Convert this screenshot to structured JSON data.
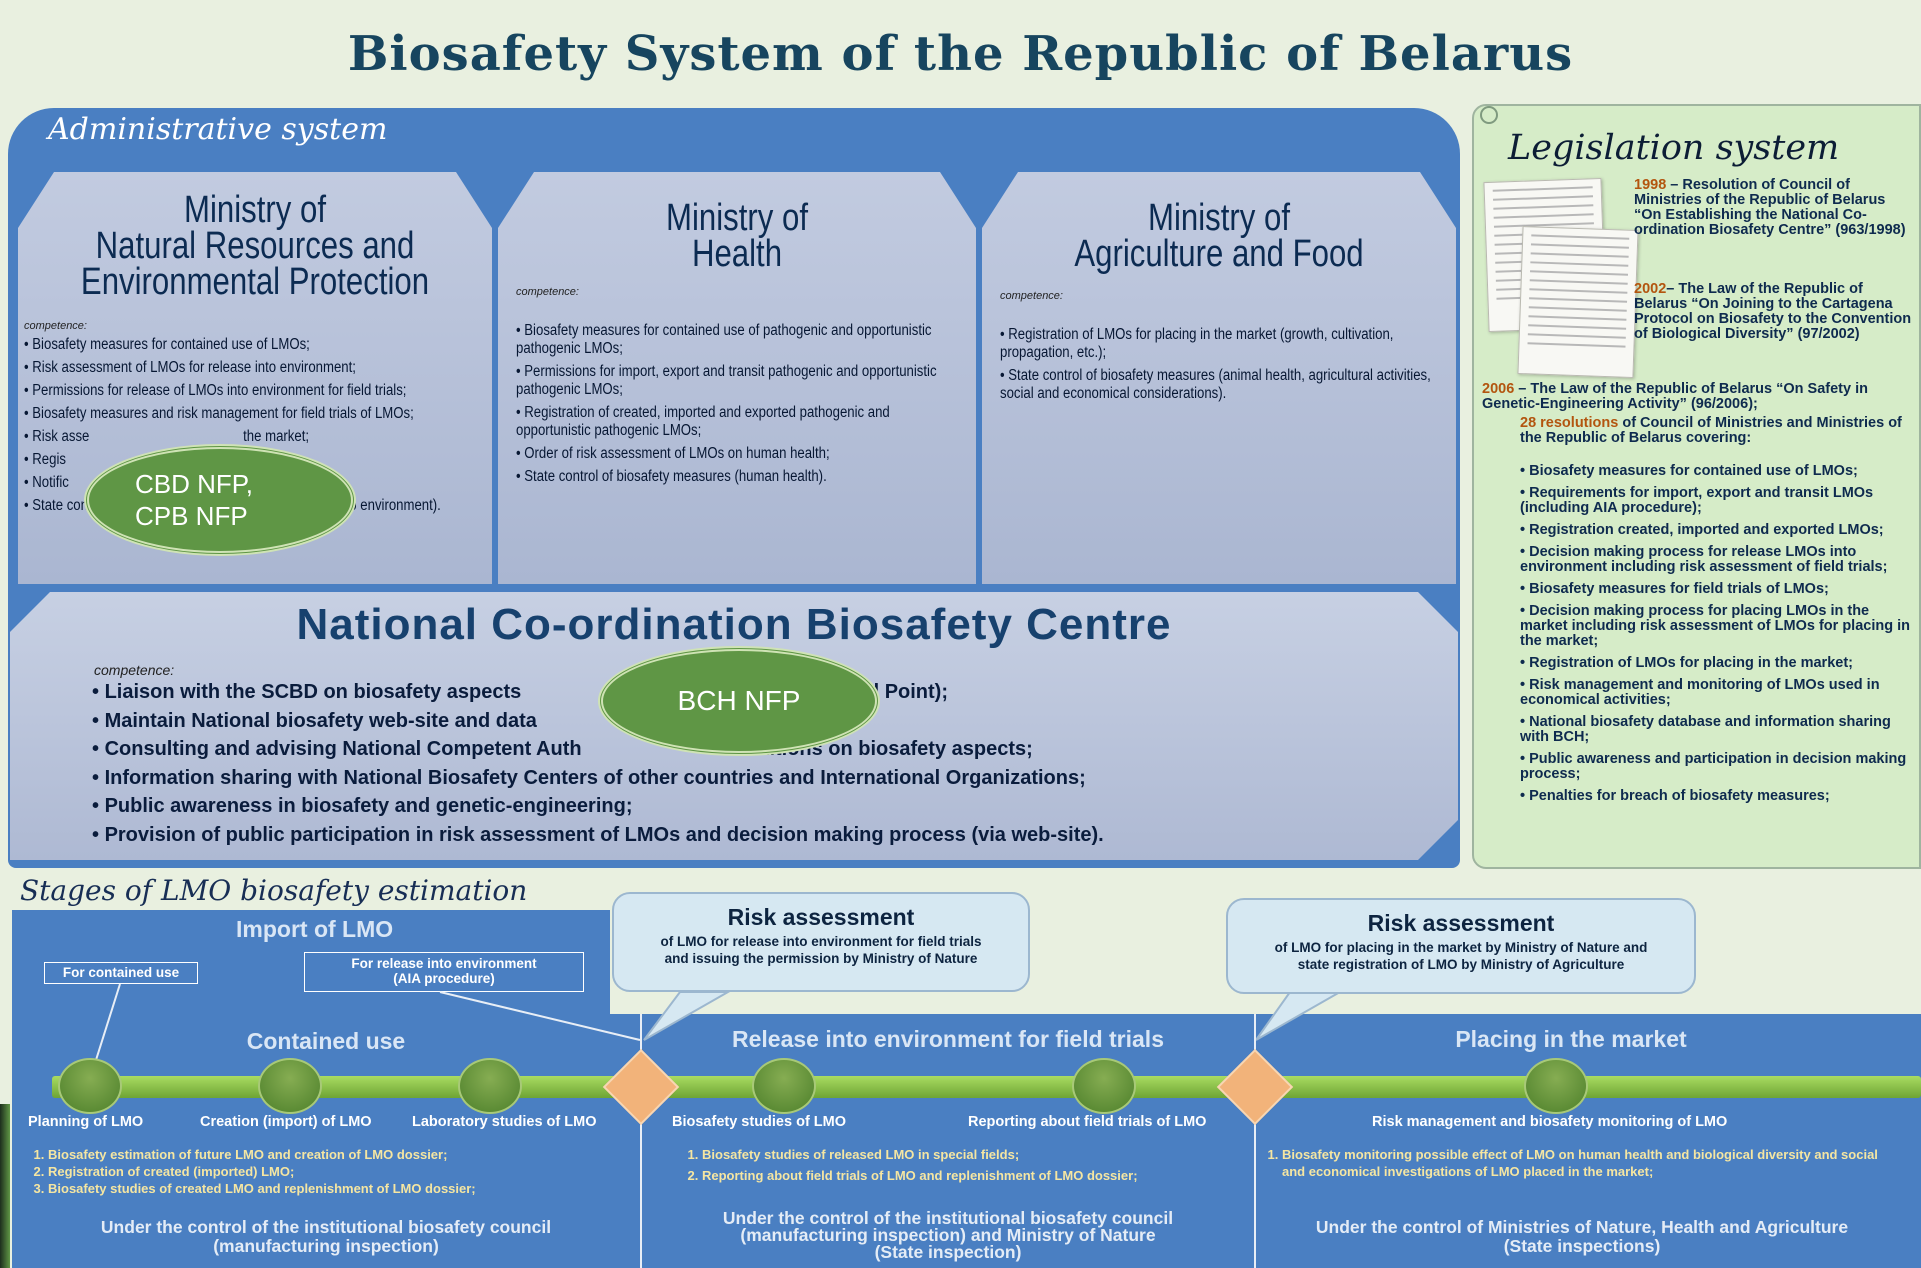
{
  "title": "Biosafety System of the Republic of Belarus",
  "admin": {
    "title": "Administrative system",
    "ministries": [
      {
        "title": "Ministry of\nNatural Resources and\nEnvironmental Protection",
        "competence": "competence:",
        "items": [
          "Biosafety measures for contained use of LMOs;",
          "Risk assessment of LMOs for release into environment;",
          "Permissions for release of LMOs into environment for field trials;",
          "Biosafety measures and risk management for field trials of LMOs;",
          "Risk asse                                          the market;",
          "Regis                                                      LMOs;",
          "Notific",
          "State contro                                              ase LMOs into environment)."
        ]
      },
      {
        "title": "Ministry of\nHealth",
        "competence": "competence:",
        "items": [
          "Biosafety measures for contained use of pathogenic and opportunistic pathogenic LMOs;",
          "Permissions for import, export and transit pathogenic and opportunistic pathogenic LMOs;",
          "Registration of created, imported and exported pathogenic and opportunistic pathogenic LMOs;",
          "Order of risk assessment of LMOs on human health;",
          "State control of biosafety measures (human health)."
        ]
      },
      {
        "title": "Ministry of\nAgriculture and Food",
        "competence": "competence:",
        "items": [
          "Registration of LMOs for placing in the market (growth, cultivation, propagation, etc.);",
          "State control of biosafety measures (animal health, agricultural activities, social and economical considerations)."
        ]
      }
    ],
    "oval_cbd": "CBD NFP,\nCPB NFP",
    "oval_bch": "BCH NFP",
    "ncbc": {
      "title": "National Co-ordination Biosafety Centre",
      "competence": "competence:",
      "items": [
        "Liaison with the SCBD on biosafety aspects                                           t, BCH Focal Point);",
        "Maintain National biosafety web-site and data",
        "Consulting and advising National Competent Auth                         nstitutions on biosafety aspects;",
        "Information sharing with National Biosafety Centers of other countries and International Organizations;",
        "Public awareness in biosafety and genetic-engineering;",
        "Provision of public participation in risk assessment of LMOs and decision making process (via web-site)."
      ]
    }
  },
  "legislation": {
    "title": "Legislation system",
    "entry1998_year": "1998",
    "entry1998_text": " – Resolution of Council of Ministries of the Republic of Belarus “On Establishing the National Co-ordination Biosafety Centre” (963/1998)",
    "entry2002_year": "2002",
    "entry2002_text": "– The Law of the Republic of Belarus “On Joining to the Cartagena Protocol on Biosafety to the Convention of Biological Diversity” (97/2002)",
    "entry2006_year": "2006",
    "entry2006_text": " – The Law of the Republic of Belarus “On Safety in Genetic-Engineering Activity” (96/2006);",
    "resolutions_count": "28 resolutions",
    "resolutions_text": " of Council of Ministries and Ministries of the Republic of Belarus covering:",
    "items": [
      "Biosafety measures for contained use of LMOs;",
      "Requirements for import, export and transit LMOs (including AIA procedure);",
      "Registration created, imported and exported LMOs;",
      "Decision making process for release LMOs into environment including risk assessment of field trials;",
      "Biosafety measures for field trials of LMOs;",
      "Decision making process for placing LMOs in the market including risk assessment of LMOs for placing in the market;",
      "Registration of LMOs for placing in the market;",
      "Risk management and monitoring of LMOs used in economical activities;",
      "National biosafety database and information sharing with BCH;",
      "Public awareness and participation in decision making process;",
      "Penalties for breach of biosafety measures;"
    ]
  },
  "stages": {
    "title": "Stages of LMO biosafety estimation",
    "import_title": "Import of LMO",
    "import_contained": "For contained use",
    "import_release": "For release into environment\n(AIA procedure)",
    "risk1_title": "Risk assessment",
    "risk1_body": "of LMO for release into environment for field trials\nand issuing the permission by Ministry of Nature",
    "risk2_title": "Risk assessment",
    "risk2_body": "of LMO for placing in the market by Ministry of Nature and\nstate registration of LMO by Ministry of Agriculture",
    "phases": [
      {
        "title": "Contained use",
        "nodes": [
          "Planning of LMO",
          "Creation  (import) of LMO",
          "Laboratory studies of LMO"
        ],
        "steps": [
          "Biosafety estimation of future LMO and creation of LMO dossier;",
          "Registration of created (imported) LMO;",
          "Biosafety studies of created LMO and replenishment of LMO dossier;"
        ],
        "control": "Under the control of the institutional biosafety council\n(manufacturing inspection)"
      },
      {
        "title": "Release into environment for field trials",
        "nodes": [
          "Biosafety studies of LMO",
          "Reporting about field trials of LMO"
        ],
        "steps": [
          "Biosafety studies of released LMO in special fields;",
          "Reporting about field trials of LMO and replenishment of LMO dossier;"
        ],
        "control": "Under the control of the institutional biosafety council\n(manufacturing inspection) and Ministry of Nature\n(State inspection)"
      },
      {
        "title": "Placing in the market",
        "nodes": [
          "Risk management and biosafety monitoring of LMO"
        ],
        "steps": [
          "Biosafety monitoring possible effect of LMO on human health and biological diversity and social and economical investigations of LMO placed in the market;"
        ],
        "control": "Under the control of Ministries of Nature, Health and Agriculture\n(State inspections)"
      }
    ]
  },
  "colors": {
    "panel_blue": "#4a7fc2",
    "title_teal": "#17455f",
    "legislation_bg": "#d6ecc8",
    "bar_green": "#8cc44a",
    "diamond_orange": "#f2b37a",
    "step_text": "#f5e6a2"
  }
}
